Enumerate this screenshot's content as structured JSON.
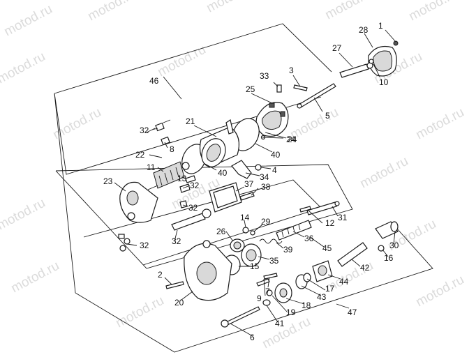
{
  "watermark": "motod.ru",
  "callouts": {
    "p1": "1",
    "p2": "2",
    "p3": "3",
    "p4": "4",
    "p5": "5",
    "p6": "6",
    "p7": "7",
    "p8": "8",
    "p9": "9",
    "p10": "10",
    "p11": "11",
    "p12": "12",
    "p13": "13",
    "p14": "14",
    "p15": "15",
    "p16": "16",
    "p17": "17",
    "p18": "18",
    "p19": "19",
    "p20": "20",
    "p21": "21",
    "p22": "22",
    "p23": "23",
    "p24": "24",
    "p25": "25",
    "p26": "26",
    "p27": "27",
    "p28": "28",
    "p29": "29",
    "p30": "30",
    "p31": "31",
    "p32": "32",
    "p33": "33",
    "p34": "34",
    "p35": "35",
    "p36": "36",
    "p37": "37",
    "p38": "38",
    "p39": "39",
    "p40": "40",
    "p41": "41",
    "p42": "42",
    "p43": "43",
    "p44": "44",
    "p45": "45",
    "p46": "46",
    "p47": "47"
  }
}
